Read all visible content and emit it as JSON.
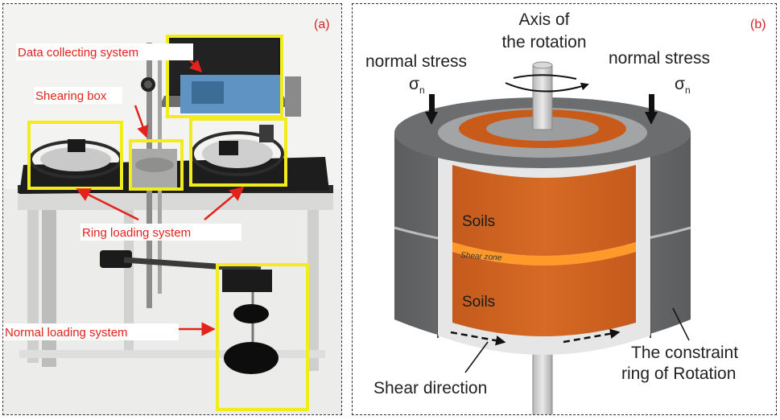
{
  "panel_a": {
    "tag": "(a)",
    "labels": {
      "data_collecting": "Data collecting system",
      "shearing_box": "Shearing box",
      "ring_loading": "Ring loading system",
      "normal_loading": "Normal loading system"
    }
  },
  "panel_b": {
    "tag": "(b)",
    "axis_line1": "Axis of",
    "axis_line2": "the rotation",
    "normal_stress_left": "normal stress",
    "normal_stress_right": "normal stress",
    "sigma": "σ",
    "sigma_sub": "n",
    "soils_top": "Soils",
    "soils_bottom": "Soils",
    "shear_zone": "Shear zone",
    "shear_direction": "Shear direction",
    "constraint_line1": "The constraint",
    "constraint_line2": "ring of Rotation"
  },
  "colors": {
    "highlight": "#f2ec1c",
    "annotation": "#e3221c",
    "soil": "#d2651f",
    "shear_zone": "#ff8f1e",
    "ring": "#6d6e70"
  }
}
